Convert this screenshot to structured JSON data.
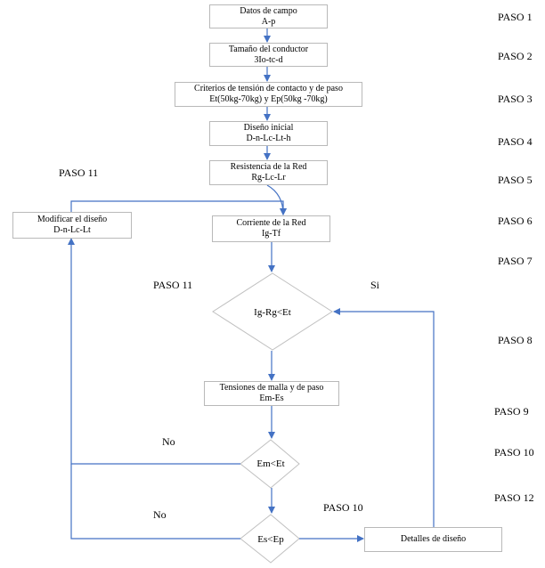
{
  "boxes": {
    "datos": {
      "line1": "Datos de campo",
      "line2": "A-p"
    },
    "tamano": {
      "line1": "Tamaño del conductor",
      "line2": "3Io-tc-d"
    },
    "criterios": {
      "line1": "Criterios de tensión de contacto y de paso",
      "line2": "Et(50kg-70kg) y Ep(50kg -70kg)"
    },
    "diseno": {
      "line1": "Diseño inicial",
      "line2": "D-n-Lc-Lt-h"
    },
    "resistencia": {
      "line1": "Resistencia de la Red",
      "line2": "Rg-Lc-Lr"
    },
    "corriente": {
      "line1": "Corriente de la Red",
      "line2": "Ig-Tf"
    },
    "modificar": {
      "line1": "Modificar el diseño",
      "line2": "D-n-Lc-Lt"
    },
    "tensiones": {
      "line1": "Tensiones de malla y de paso",
      "line2": "Em-Es"
    },
    "detalles": {
      "line1": "Detalles de diseño"
    }
  },
  "decisions": {
    "d1": "Ig-Rg<Et",
    "d2": "Em<Et",
    "d3": "Es<Ep"
  },
  "steps": [
    "PASO 1",
    "PASO 2",
    "PASO 3",
    "PASO 4",
    "PASO 5",
    "PASO 6",
    "PASO 7",
    "PASO 8",
    "PASO 9",
    "PASO 10",
    "PASO 12"
  ],
  "annotations": {
    "paso11_top": "PASO 11",
    "paso11_mid": "PASO 11",
    "paso10_mid": "PASO 10",
    "si": "Si",
    "no1": "No",
    "no2": "No"
  },
  "colors": {
    "arrow": "#4472c4",
    "border": "#b9b9b9",
    "diamond": "#c0c0c0"
  }
}
